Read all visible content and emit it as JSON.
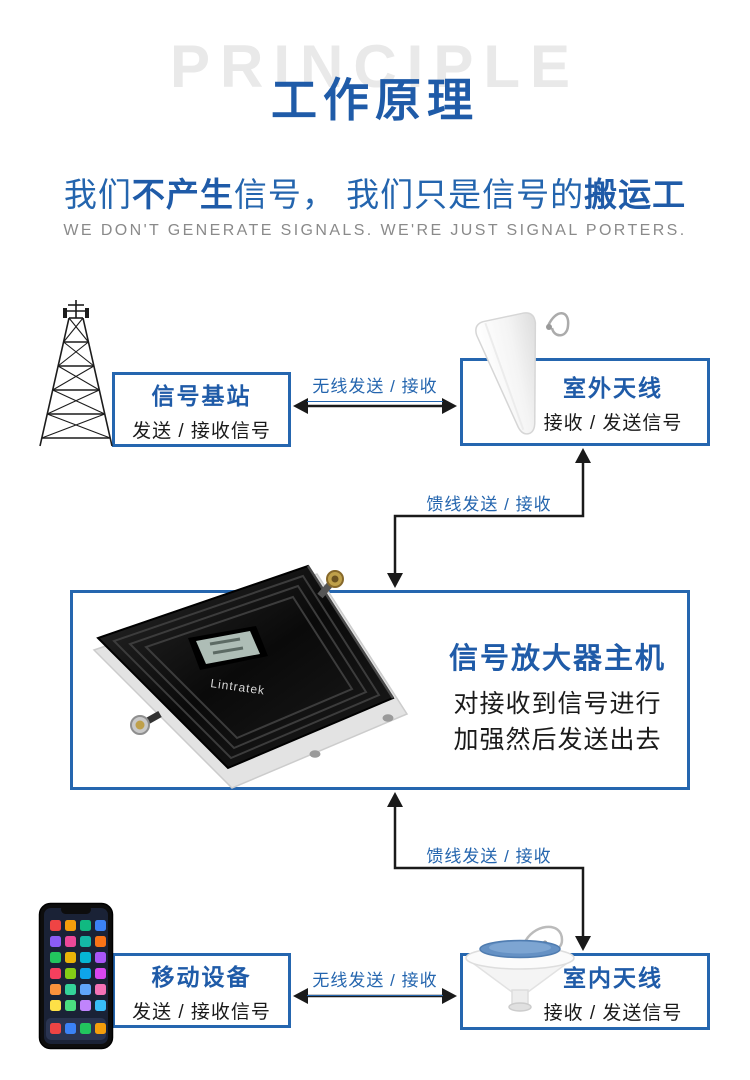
{
  "page": {
    "watermark": "PRINCIPLE",
    "title": "工作原理",
    "subtitle": {
      "p1": "我们",
      "p2": "不产生",
      "p3": "信号， 我们只是信号的",
      "p4": "搬运工"
    },
    "subtitle_en": "WE DON'T GENERATE SIGNALS. WE'RE JUST SIGNAL PORTERS."
  },
  "nodes": {
    "base_station": {
      "title": "信号基站",
      "desc": "发送 / 接收信号"
    },
    "outdoor_antenna": {
      "title": "室外天线",
      "desc": "接收 / 发送信号"
    },
    "amplifier": {
      "title": "信号放大器主机",
      "desc_line1": "对接收到信号进行",
      "desc_line2": "加强然后发送出去",
      "brand": "Lintratek"
    },
    "mobile_device": {
      "title": "移动设备",
      "desc": "发送 / 接收信号"
    },
    "indoor_antenna": {
      "title": "室内天线",
      "desc": "接收 / 发送信号"
    }
  },
  "links": {
    "wireless_top": "无线发送 / 接收",
    "feeder_top": "馈线发送 / 接收",
    "feeder_bottom": "馈线发送 / 接收",
    "wireless_bottom": "无线发送 / 接收"
  },
  "colors": {
    "accent": "#1f5ba8",
    "border": "#2566af",
    "text": "#1a1a1a",
    "muted": "#8a8a8a",
    "watermark": "#e9e9e9",
    "arrow": "#1a1a1a"
  }
}
